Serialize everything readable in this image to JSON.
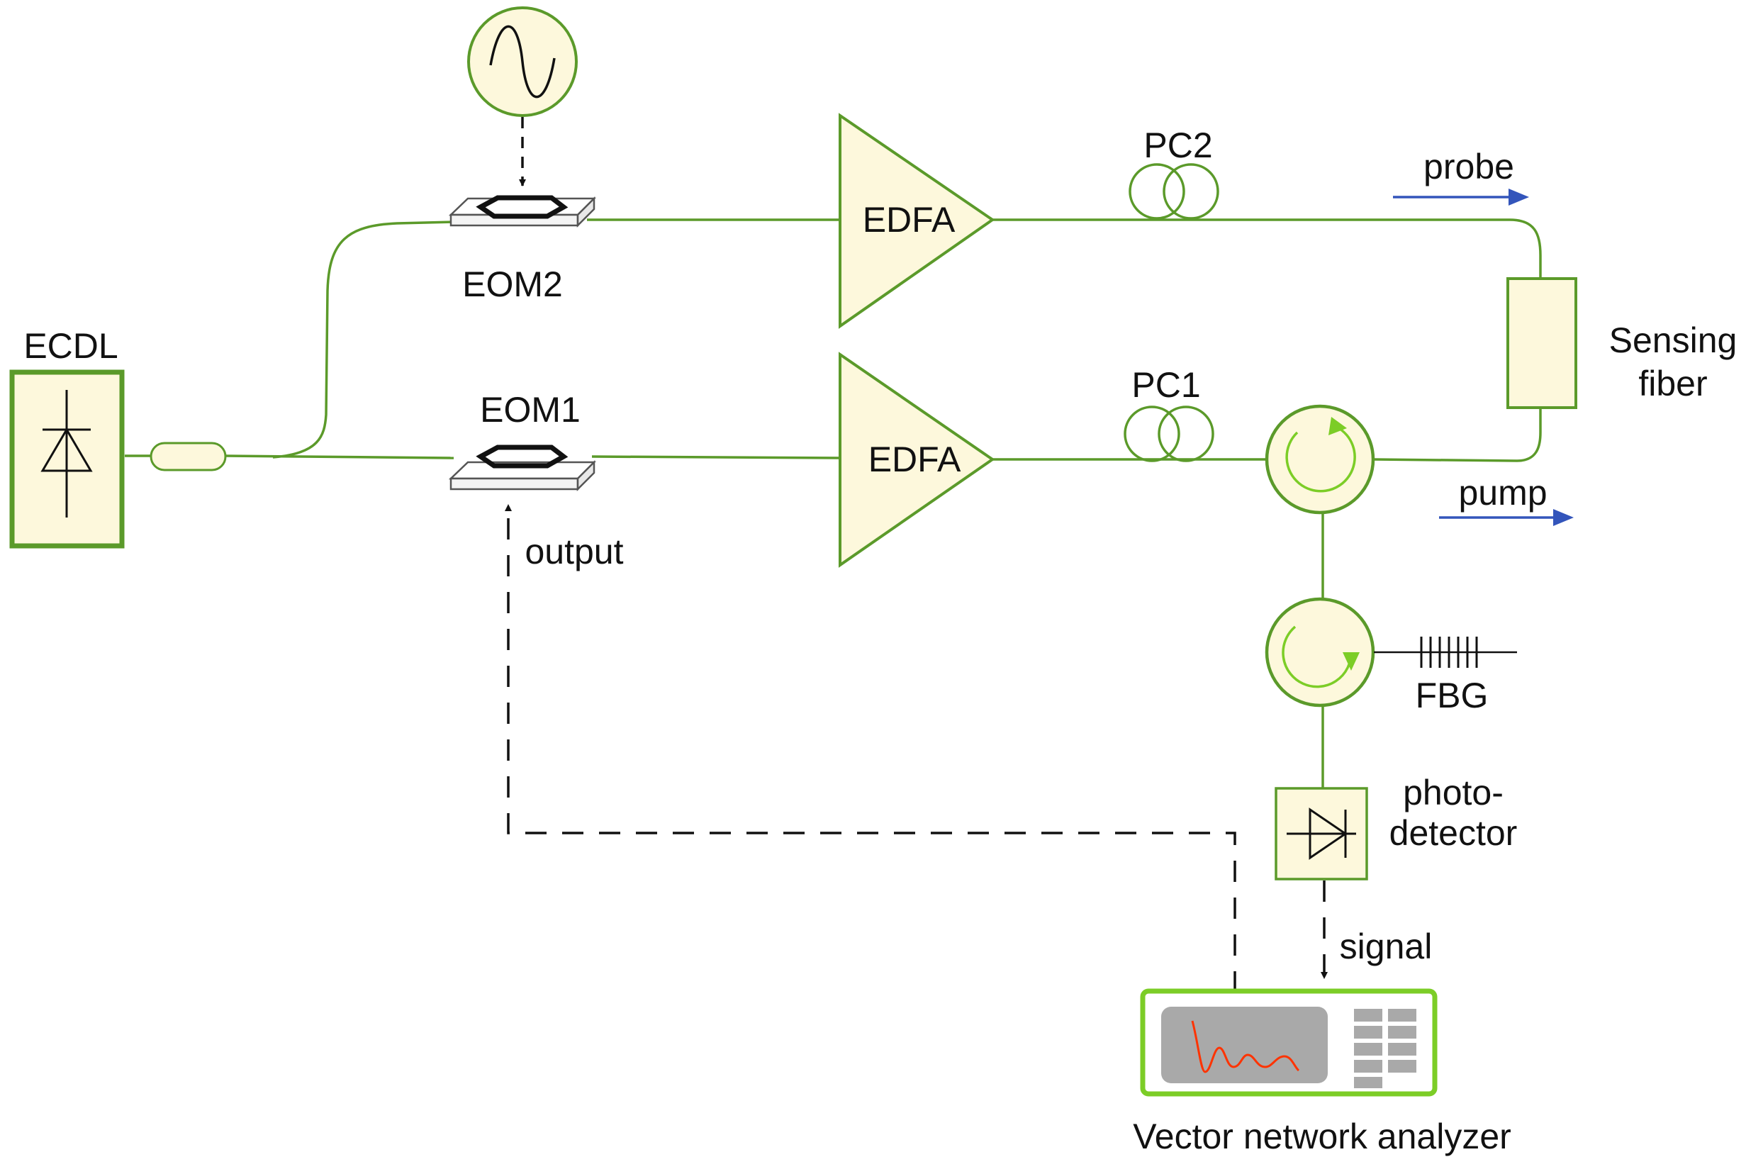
{
  "colors": {
    "fiber": "#5b9a2a",
    "component_fill": "#fdf8dc",
    "component_stroke": "#5b9a2a",
    "vna_border": "#7ccd27",
    "vna_screen": "#a9a9a9",
    "vna_trace": "#ff3300",
    "arrow_blue": "#3355bb",
    "signal_line": "#111111"
  },
  "icons": {
    "rf_source": "sine-wave-generator-icon",
    "laser": "laser-diode-icon",
    "detector": "photodiode-icon",
    "modulator": "electro-optic-modulator-icon",
    "amplifier": "amplifier-triangle-icon",
    "polarization_controller": "fiber-loops-icon",
    "circulator": "circulator-icon",
    "grating": "fiber-bragg-grating-icon",
    "analyzer": "vector-network-analyzer-icon"
  },
  "labels": {
    "ecdl": "ECDL",
    "eom2": "EOM2",
    "eom1": "EOM1",
    "edfa_top": "EDFA",
    "edfa_bottom": "EDFA",
    "pc2": "PC2",
    "pc1": "PC1",
    "probe": "probe",
    "pump": "pump",
    "sensing_line1": "Sensing",
    "sensing_line2": "fiber",
    "fbg": "FBG",
    "photodetector_line1": "photo-",
    "photodetector_line2": "detector",
    "output": "output",
    "signal": "signal",
    "vna": "Vector network analyzer"
  }
}
